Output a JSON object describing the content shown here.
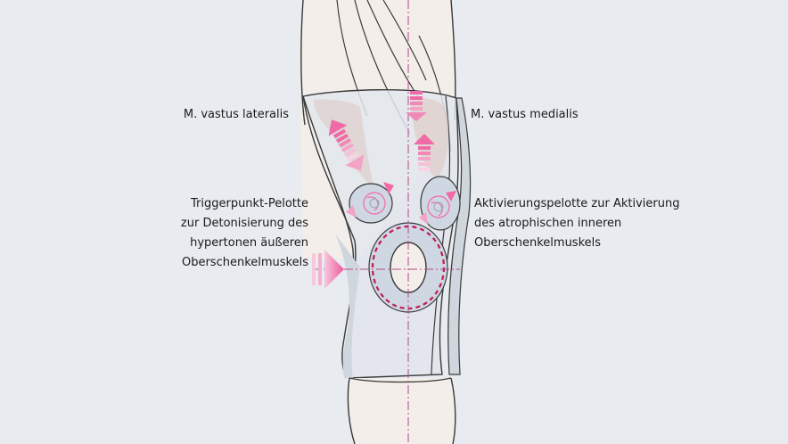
{
  "labels": {
    "vastus_lateralis": "M. vastus lateralis",
    "vastus_medialis": "M. vastus medialis",
    "trigger_pelotte": [
      "Triggerpunkt-Pelotte",
      "zur Detonisierung des",
      "hypertonen äußeren",
      "Oberschenkelmuskels"
    ],
    "activation_pelotte": [
      "Aktivierungspelotte zur Aktivierung",
      "des atrophischen inneren",
      "Oberschenkelmuskels"
    ]
  },
  "colors": {
    "background": "#e8ebef",
    "skin": "#f3eeea",
    "outline": "#3a3a3a",
    "brace": "#dfe4ea",
    "pelotte": "#cfd8e2",
    "accent_magenta": "#c2185b",
    "arrow_pink": "#ef6aa6",
    "centerline": "#b04a88"
  },
  "icons": {
    "pressure_arrow": "right-arrow-icon",
    "muscle_arrow_lateral": "double-arrow-diagonal-icon",
    "muscle_arrow_medial": "up-down-arrow-icon"
  }
}
